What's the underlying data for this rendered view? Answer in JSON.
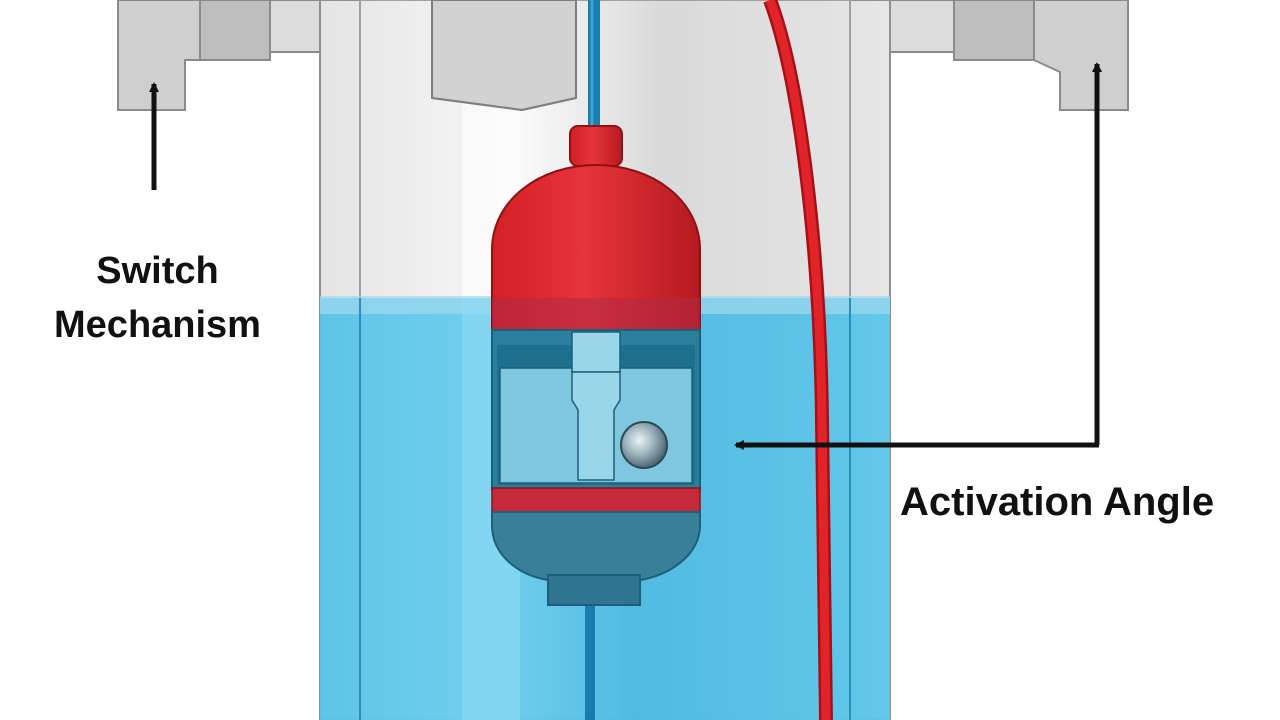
{
  "labels": {
    "switch_mechanism_line1": "Switch",
    "switch_mechanism_line2": "Mechanism",
    "activation_angle": "Activation Angle"
  },
  "colors": {
    "water": "#4fc0e6",
    "float_red": "#d9252b",
    "cable_red": "#e0242a",
    "cable_blue": "#1a7db0",
    "housing_gray": "#d6d6d6",
    "arrow": "#111111"
  },
  "icons": {
    "steel_ball": "steel-ball-icon",
    "arrows": "arrow-icon"
  }
}
